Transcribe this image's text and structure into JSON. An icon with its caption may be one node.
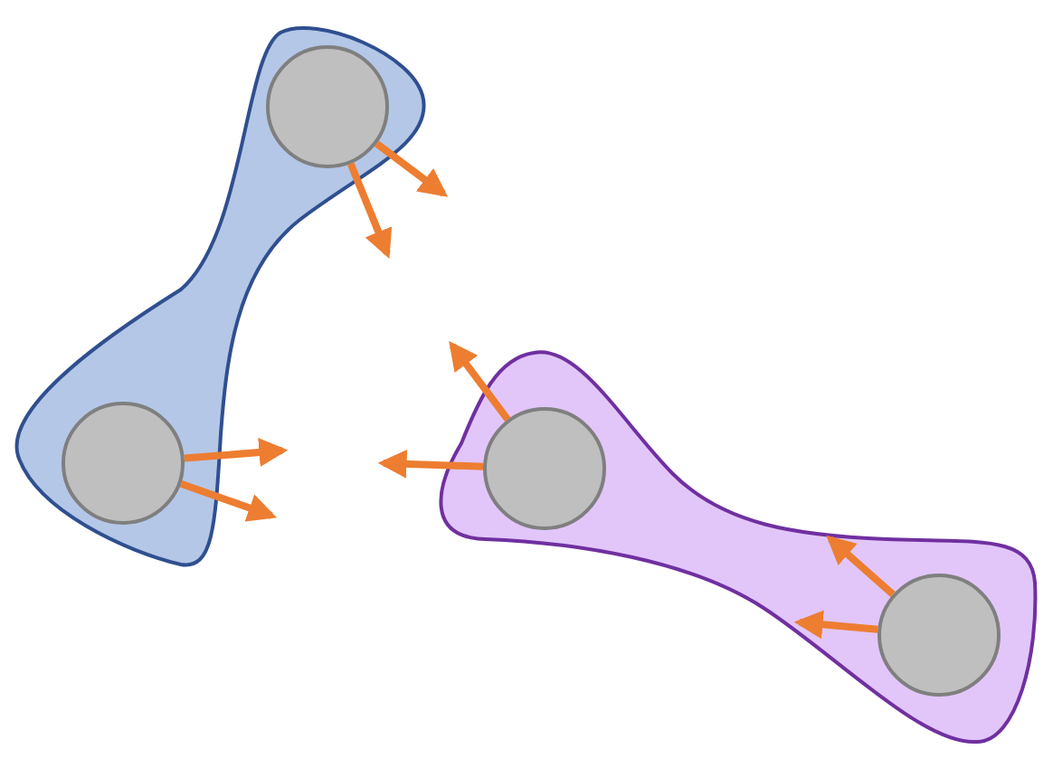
{
  "diagram": {
    "nodes": [
      {
        "text": [],
        "shape": "blob"
      },
      {
        "text": [],
        "shape": "circle",
        "in": 0
      },
      {
        "text": [],
        "shape": "circle",
        "in": 0
      },
      {
        "text": [],
        "shape": "blob"
      },
      {
        "text": [],
        "shape": "circle",
        "in": 3
      },
      {
        "text": [],
        "shape": "circle",
        "in": 3
      }
    ],
    "edges": [
      {
        "from": 1,
        "to": null,
        "arrow": "to"
      },
      {
        "from": 1,
        "to": null,
        "arrow": "to"
      },
      {
        "from": 2,
        "to": null,
        "arrow": "to"
      },
      {
        "from": 2,
        "to": null,
        "arrow": "to"
      },
      {
        "from": 4,
        "to": null,
        "arrow": "to"
      },
      {
        "from": 4,
        "to": null,
        "arrow": "to"
      },
      {
        "from": 5,
        "to": null,
        "arrow": "to"
      },
      {
        "from": 5,
        "to": null,
        "arrow": "to"
      }
    ]
  }
}
